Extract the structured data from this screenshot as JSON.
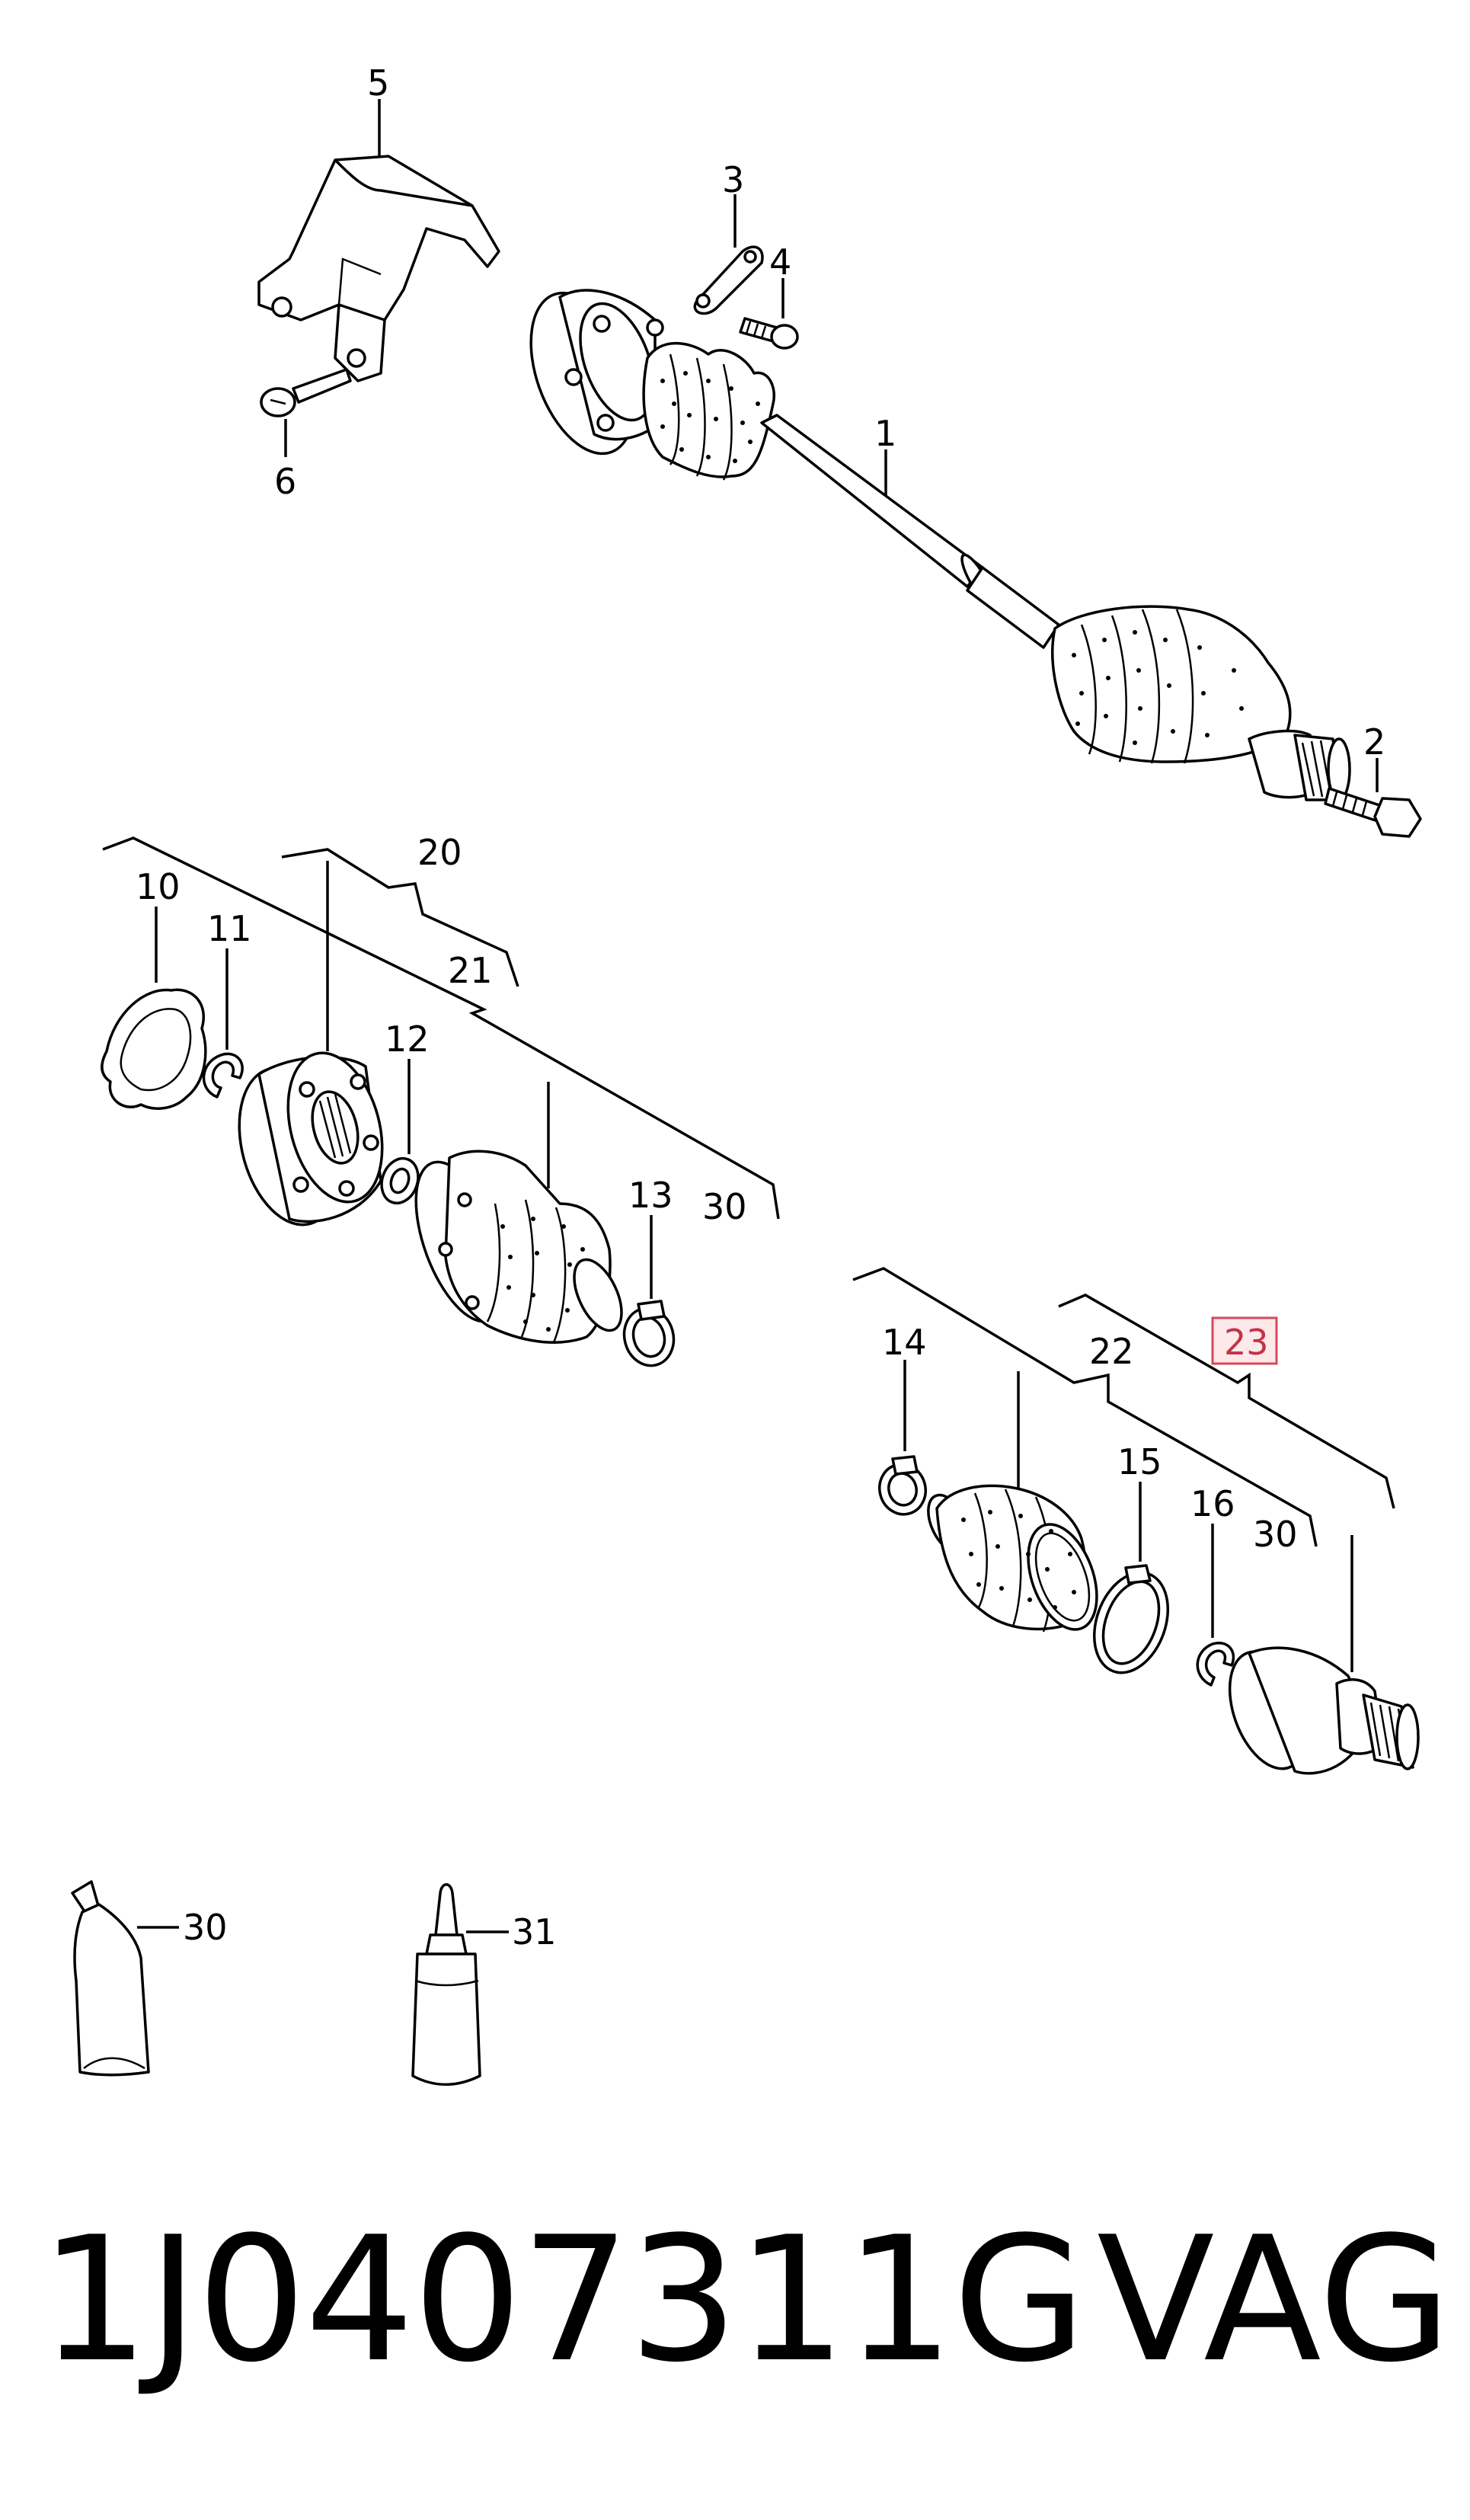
{
  "part_number": "1J0407311G",
  "brand": "VAG",
  "callouts": {
    "c1": "1",
    "c2": "2",
    "c3": "3",
    "c4": "4",
    "c5": "5",
    "c6": "6",
    "c10": "10",
    "c11": "11",
    "c12": "12",
    "c13": "13",
    "c14": "14",
    "c15": "15",
    "c16": "16",
    "c20": "20",
    "c21": "21",
    "c22": "22",
    "c23": "23",
    "c30a": "30",
    "c30b": "30",
    "c30c": "30",
    "c31": "31"
  },
  "highlighted_callout": "23",
  "colors": {
    "highlight_fill": "#fde8ea",
    "highlight_stroke": "#d64a5a",
    "ink": "#000000"
  }
}
